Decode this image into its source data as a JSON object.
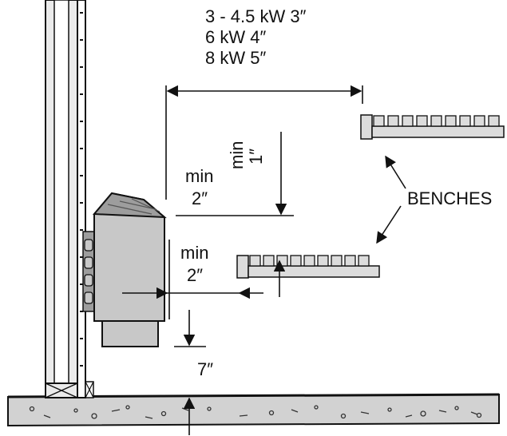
{
  "specs": {
    "line1": "3 - 4.5 kW 3″",
    "line2": "6 kW 4″",
    "line3": "8 kW 5″"
  },
  "labels": {
    "min_top_word": "min",
    "min_top_value": "1″",
    "min_side_word": "min",
    "min_side_value": "2″",
    "min_bench_word": "min",
    "min_bench_value": "2″",
    "floor_clearance": "7″",
    "benches": "BENCHES"
  },
  "colors": {
    "heater_fill": "#c8c8c8",
    "heater_shade": "#9d9d9d",
    "bench_fill": "#dcdcdc",
    "floor_fill": "#d2d2d2",
    "wall_fill": "#ebebeb",
    "line": "#111111"
  }
}
